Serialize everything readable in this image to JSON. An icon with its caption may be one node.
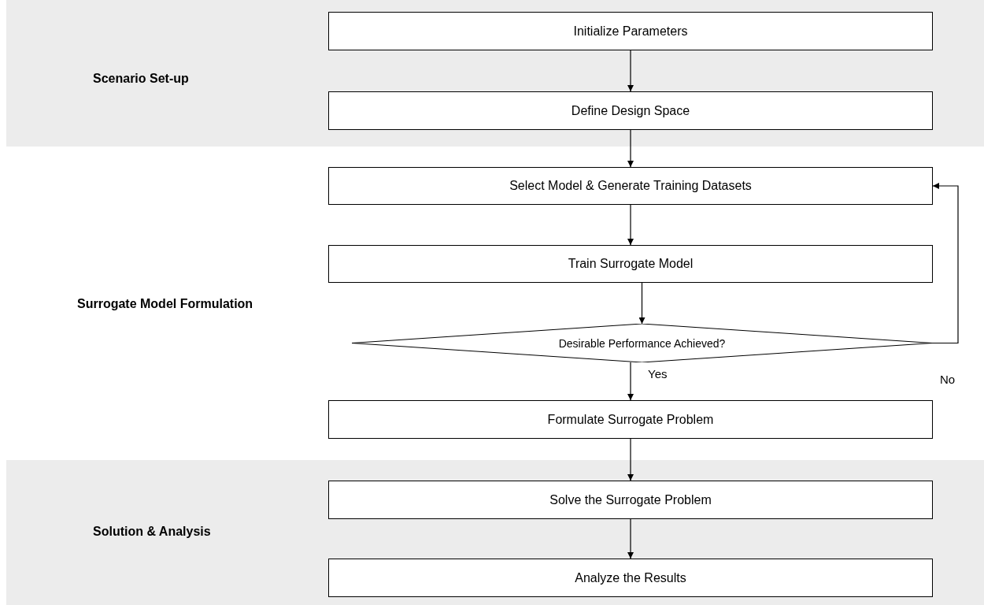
{
  "diagram": {
    "nodes": [
      {
        "text": [
          "Scenario Set-up"
        ]
      },
      {
        "text": [
          "Initialize Parameters"
        ],
        "in": 0
      },
      {
        "text": [
          "Define Design Space"
        ],
        "in": 0
      },
      {
        "text": [
          "Surrogate Model Formulation"
        ]
      },
      {
        "text": [
          "Select Model & Generate Training Datasets"
        ],
        "in": 3
      },
      {
        "text": [
          "Train Surrogate Model"
        ],
        "in": 3
      },
      {
        "text": [
          "Desirable Performance Achieved?"
        ],
        "in": 3
      },
      {
        "text": [
          "Formulate Surrogate Problem"
        ],
        "in": 3
      },
      {
        "text": [
          "Solution & Analysis"
        ]
      },
      {
        "text": [
          "Solve the Surrogate Problem"
        ],
        "in": 8
      },
      {
        "text": [
          "Analyze the Results"
        ],
        "in": 8
      }
    ],
    "edges": [
      {
        "from": 1,
        "to": 2,
        "arrow": "to"
      },
      {
        "from": 2,
        "to": 4,
        "arrow": "to"
      },
      {
        "from": 4,
        "to": 5,
        "arrow": "to"
      },
      {
        "from": 5,
        "to": 6,
        "arrow": "to"
      },
      {
        "from": 6,
        "to": 7,
        "arrow": "to",
        "label": "Yes"
      },
      {
        "from": 6,
        "to": 4,
        "arrow": "to",
        "label": "No"
      },
      {
        "from": 7,
        "to": 9,
        "arrow": "to"
      },
      {
        "from": 9,
        "to": 10,
        "arrow": "to"
      }
    ]
  }
}
